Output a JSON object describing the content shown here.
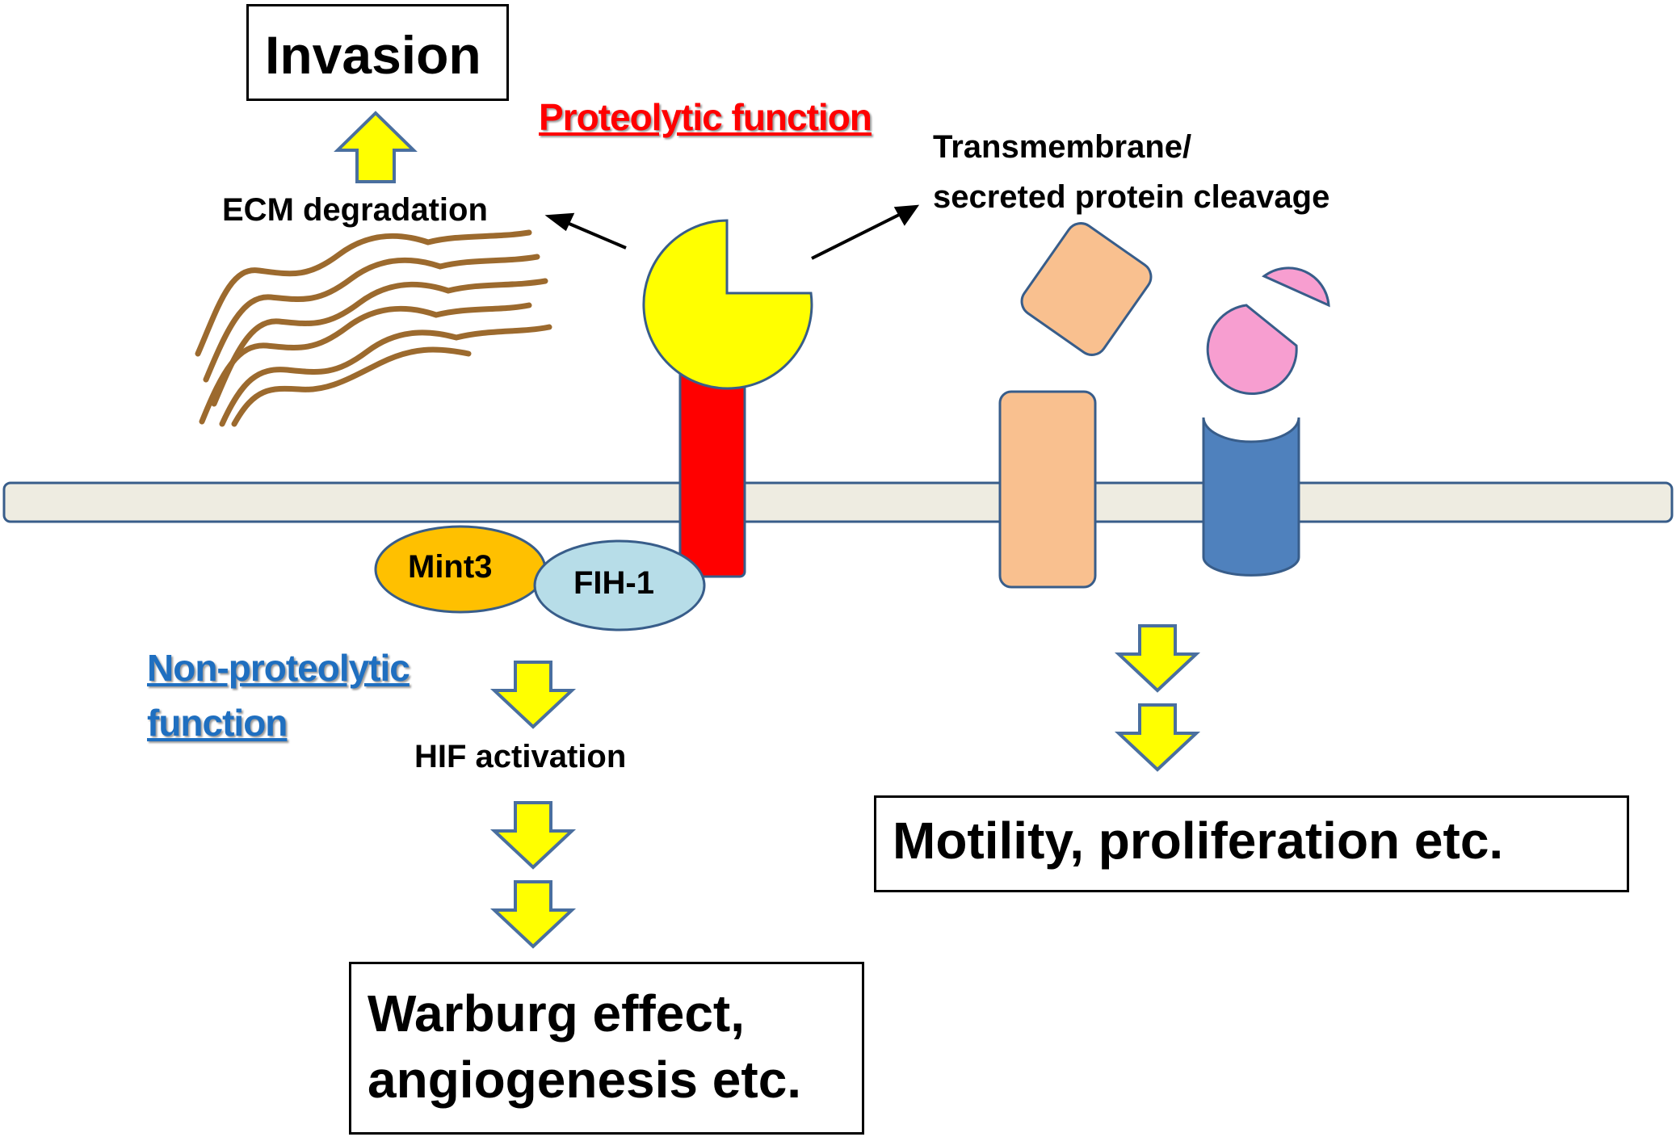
{
  "outcomes": {
    "invasion": "Invasion",
    "motility": "Motility, proliferation etc.",
    "warburg_line1": "Warburg effect,",
    "warburg_line2": "angiogenesis etc."
  },
  "headings": {
    "proteolytic": "Proteolytic function",
    "non_proteolytic_line1": "Non-proteolytic",
    "non_proteolytic_line2": "function"
  },
  "labels": {
    "ecm_degradation": "ECM degradation",
    "cleavage_line1": "Transmembrane/",
    "cleavage_line2": "secreted protein cleavage",
    "hif_activation": "HIF activation",
    "mint3": "Mint3",
    "fih1": "FIH-1"
  },
  "colors": {
    "protease_head": "#ffff00",
    "protease_stalk": "#ff0000",
    "membrane": "#eeece1",
    "ecm_fibers": "#9c6a2e",
    "peach_protein": "#f9c08f",
    "blue_receptor": "#4f81bd",
    "pink_ligand": "#f79ed0",
    "mint3": "#ffc000",
    "fih1": "#b7dde8",
    "arrow_fill": "#ffff00",
    "arrow_stroke": "#4a6f9f",
    "proteolytic_text": "#ff0000",
    "non_proteolytic_text": "#1f6fc0"
  }
}
